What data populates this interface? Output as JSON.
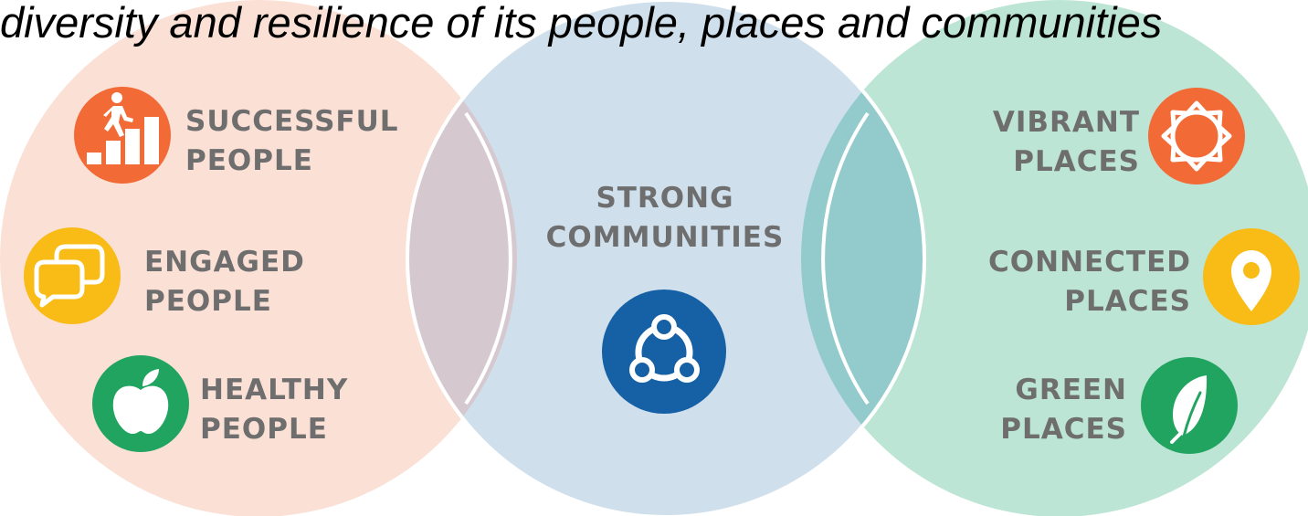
{
  "heading": "diversity and resilience of its people, places and communities",
  "colors": {
    "people_circle": "#fbe0d6",
    "communities_circle": "#cfe0ec",
    "places_circle": "#bde5d5",
    "overlap_left": "#d5c8cf",
    "overlap_right": "#93cbcc",
    "orange": "#f26a36",
    "yellow": "#f9bb16",
    "green": "#21a460",
    "blue": "#1660a5",
    "label_text": "#6e6e6e"
  },
  "people": {
    "successful": {
      "line1": "SUCCESSFUL",
      "line2": "PEOPLE",
      "icon": "stairs-climber-icon"
    },
    "engaged": {
      "line1": "ENGAGED",
      "line2": "PEOPLE",
      "icon": "speech-bubbles-icon"
    },
    "healthy": {
      "line1": "HEALTHY",
      "line2": "PEOPLE",
      "icon": "apple-icon"
    }
  },
  "communities": {
    "line1": "STRONG",
    "line2": "COMMUNITIES",
    "icon": "network-icon"
  },
  "places": {
    "vibrant": {
      "line1": "VIBRANT",
      "line2": "PLACES",
      "icon": "sun-ring-icon"
    },
    "connected": {
      "line1": "CONNECTED",
      "line2": "PLACES",
      "icon": "map-pin-icon"
    },
    "green": {
      "line1": "GREEN",
      "line2": "PLACES",
      "icon": "leaf-icon"
    }
  }
}
